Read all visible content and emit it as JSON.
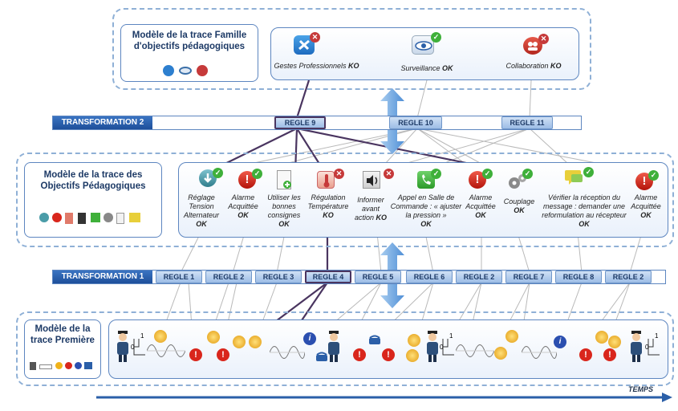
{
  "top_box": {
    "title": "Modèle de la trace Famille d'objectifs pédagogiques",
    "items": [
      {
        "label": "Gestes Professionnels",
        "status": "KO"
      },
      {
        "label": "Surveillance",
        "status": "OK"
      },
      {
        "label": "Collaboration",
        "status": "KO"
      }
    ]
  },
  "transformation2": {
    "label": "TRANSFORMATION 2",
    "rules": [
      "REGLE 9",
      "REGLE 10",
      "REGLE 11"
    ]
  },
  "middle_box": {
    "title": "Modèle de la trace des Objectifs Pédagogiques",
    "items": [
      {
        "label": "Réglage Tension Alternateur",
        "status": "OK"
      },
      {
        "label": "Alarme Acquittée",
        "status": "OK"
      },
      {
        "label": "Utiliser les bonnes consignes",
        "status": "OK"
      },
      {
        "label": "Régulation Température",
        "status": "KO"
      },
      {
        "label": "Informer avant action",
        "status": "KO"
      },
      {
        "label": "Appel en Salle de Commande : « ajuster la pression »",
        "status": "OK"
      },
      {
        "label": "Alarme Acquittée",
        "status": "OK"
      },
      {
        "label": "Couplage",
        "status": "OK"
      },
      {
        "label": "Vérifier la réception du message : demander une reformulation au récepteur",
        "status": "OK"
      },
      {
        "label": "Alarme Acquittée",
        "status": "OK"
      }
    ]
  },
  "transformation1": {
    "label": "TRANSFORMATION 1",
    "rules": [
      "REGLE 1",
      "REGLE 2",
      "REGLE 3",
      "REGLE 4",
      "REGLE 5",
      "REGLE 6",
      "REGLE 2",
      "REGLE 7",
      "REGLE 8",
      "REGLE 2"
    ]
  },
  "bottom_box": {
    "title": "Modèle de la trace Première",
    "gauge_label": "1",
    "gauge_zero": "0"
  },
  "timeline": {
    "label": "TEMPS"
  },
  "colors": {
    "accent_blue": "#2b5fa8",
    "ok_green": "#3fb03a",
    "ko_red": "#c63a3a",
    "highlight_line": "#4a3560"
  }
}
